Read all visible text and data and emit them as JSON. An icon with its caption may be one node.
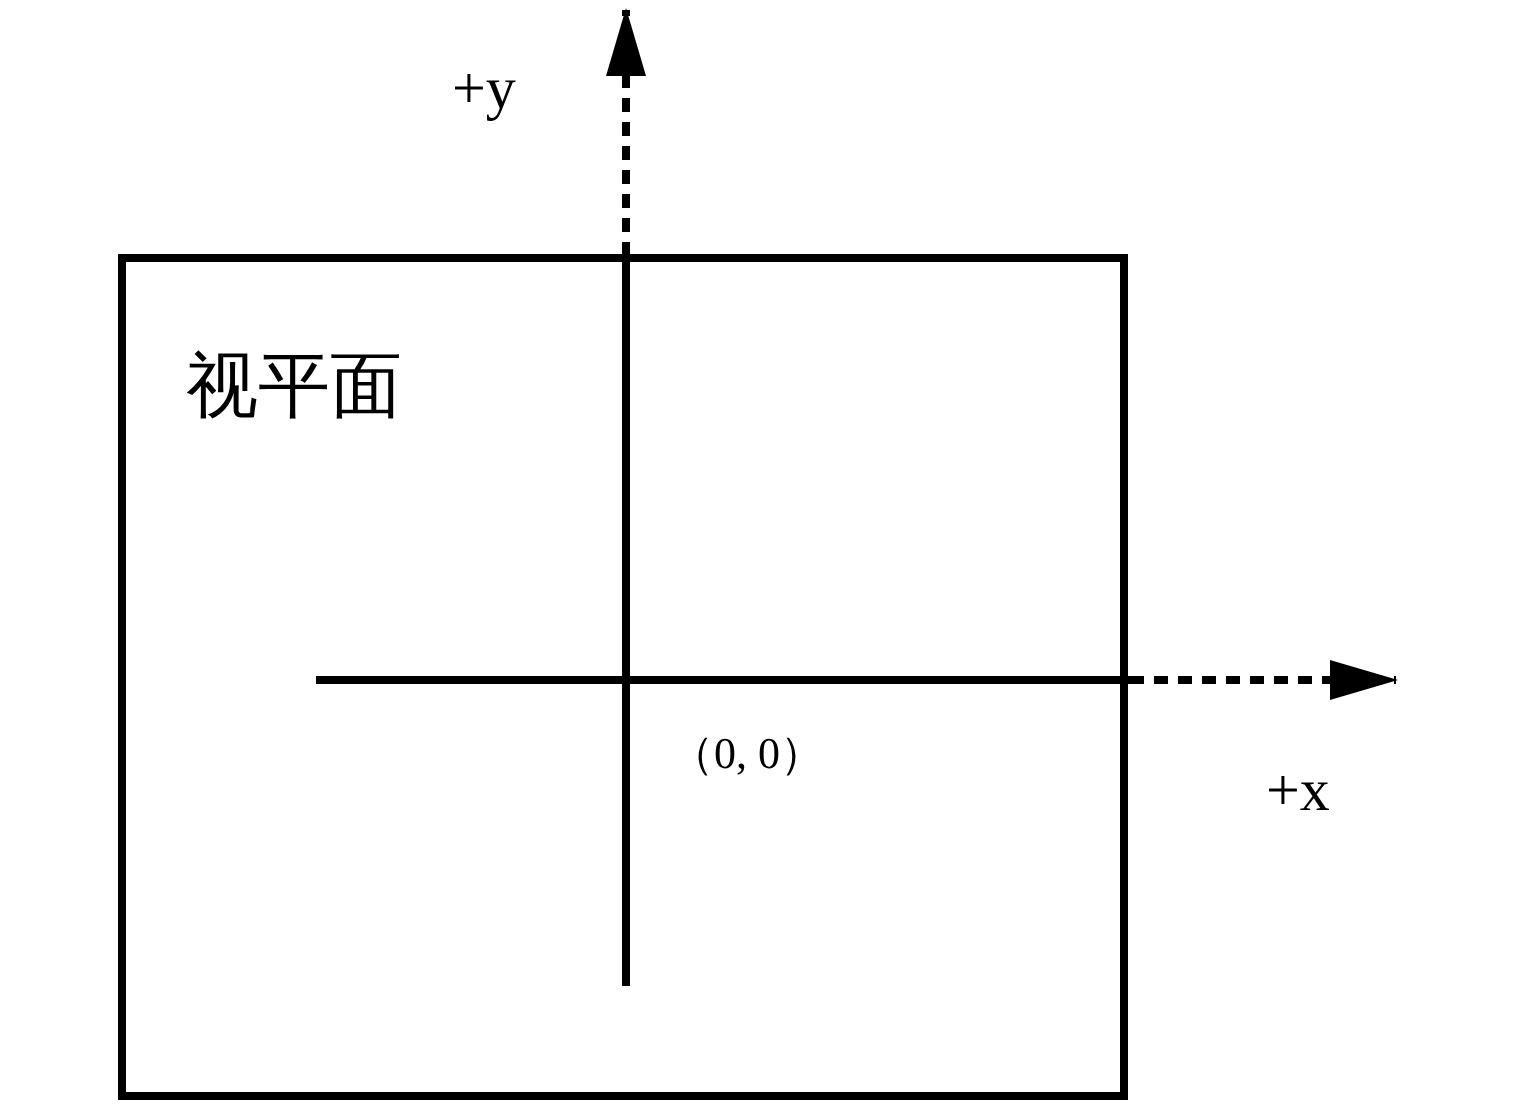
{
  "diagram": {
    "nodes": [
      {
        "text": [
          "视平面"
        ]
      }
    ],
    "labels": [
      "+y",
      "（0, 0）",
      "+x"
    ]
  }
}
